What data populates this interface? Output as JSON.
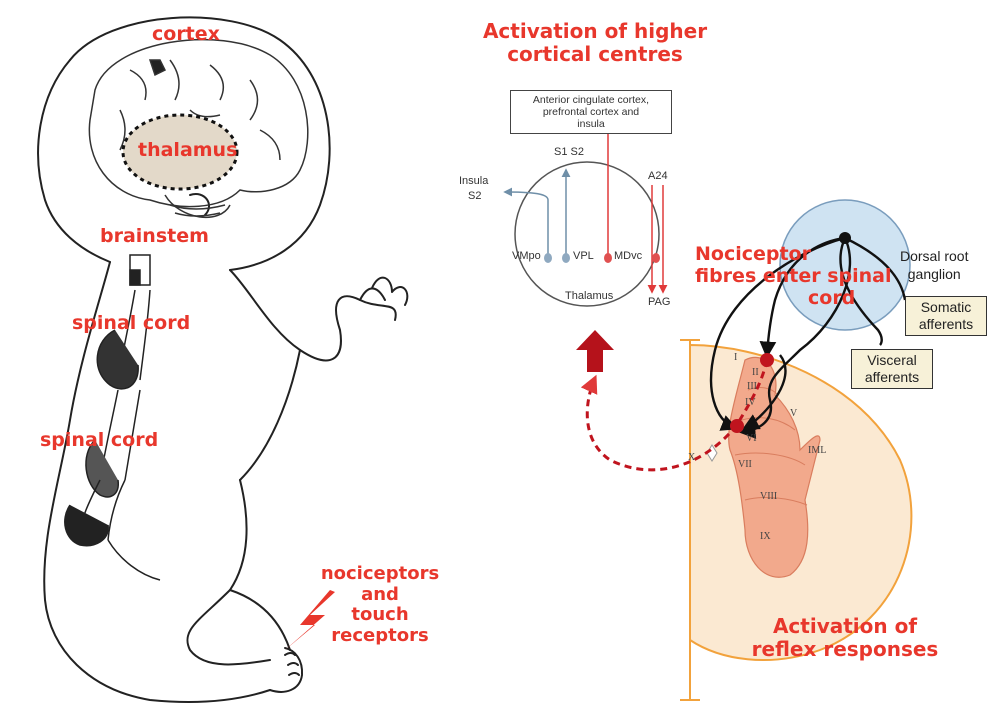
{
  "labels": {
    "cortex": "cortex",
    "thalamus": "thalamus",
    "brainstem": "brainstem",
    "spinal_cord_1": "spinal cord",
    "spinal_cord_2": "spinal cord",
    "nociceptors_line1": "nociceptors",
    "nociceptors_line2": "and",
    "nociceptors_line3": "touch",
    "nociceptors_line4": "receptors",
    "higher_line1": "Activation of higher",
    "higher_line2": "cortical centres",
    "nociceptor_fibres_line1": "Nociceptor",
    "nociceptor_fibres_line2": "fibres enter  spinal",
    "nociceptor_fibres_line3": "cord",
    "reflex_line1": "Activation of",
    "reflex_line2": "reflex responses"
  },
  "thalamus_diagram": {
    "cortex_box_line1": "Anterior cingulate cortex,",
    "cortex_box_line2": "prefrontal cortex and",
    "cortex_box_line3": "insula",
    "s1s2": "S1 S2",
    "insula": "Insula",
    "s2": "S2",
    "a24": "A24",
    "vmpo": "VMpo",
    "vpl": "VPL",
    "mdvc": "MDvc",
    "thalamus": "Thalamus",
    "pag": "PAG"
  },
  "spinal_diagram": {
    "dorsal_root_line1": "Dorsal root",
    "dorsal_root_line2": "ganglion",
    "somatic_line1": "Somatic",
    "somatic_line2": "afferents",
    "visceral_line1": "Visceral",
    "visceral_line2": "afferents",
    "laminae": [
      "I",
      "II",
      "III",
      "IV",
      "V",
      "VI",
      "VII",
      "VIII",
      "IX",
      "X"
    ],
    "iml": "IML"
  },
  "colors": {
    "red_text": "#e8372c",
    "dark_red": "#b5121b",
    "grey_matter": "#f2a98c",
    "white_matter": "#fbe9d2",
    "ganglion": "#cfe3f2",
    "thalamus_fill": "#e3d9c9",
    "box_fill": "#f7f1d8"
  }
}
